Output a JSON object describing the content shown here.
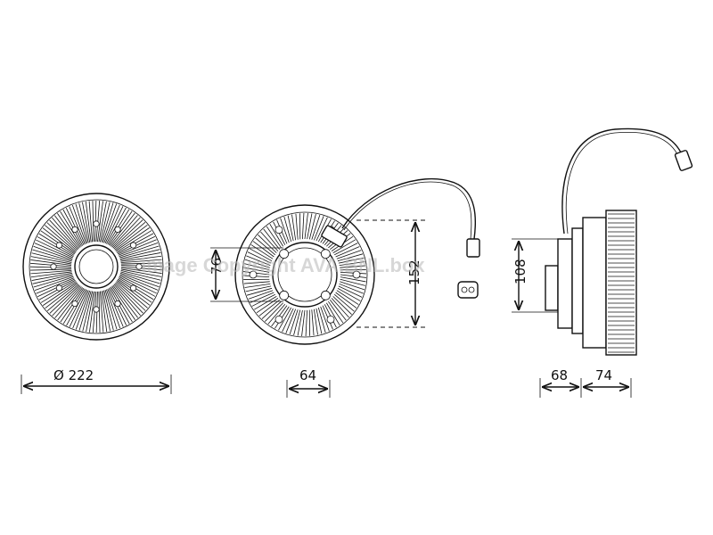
{
  "watermark": "Image Copyright AVA.BNL.box",
  "dimensions": {
    "front_diameter": "Ø  222",
    "hub_height": "76",
    "hub_width": "64",
    "mount_height": "152",
    "side_hub_height": "108",
    "side_depth_front": "68",
    "side_depth_rear": "74"
  }
}
